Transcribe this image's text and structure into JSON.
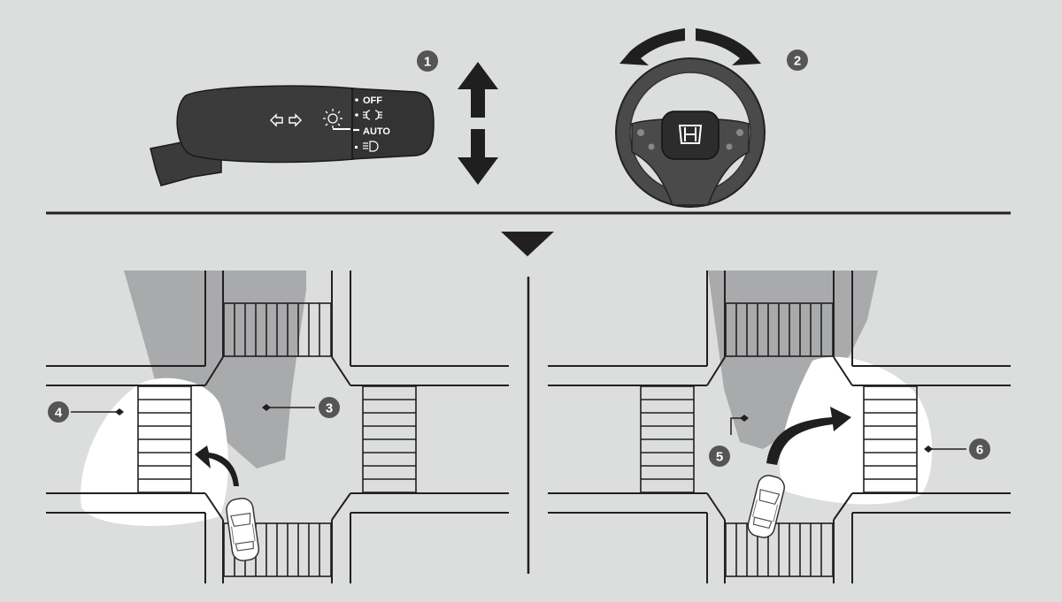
{
  "stalk": {
    "positions": {
      "off": "OFF",
      "auto": "AUTO"
    },
    "icons": [
      "turn-signal-arrows-icon",
      "light-bulb-icon",
      "parking-lights-icon",
      "headlight-icon"
    ]
  },
  "callouts": {
    "c1": "1",
    "c2": "2",
    "c3": "3",
    "c4": "4",
    "c5": "5",
    "c6": "6"
  },
  "colors": {
    "background": "#dcdddd",
    "callout_fill": "#555555",
    "shadow_area": "#a9aaab",
    "illuminated_area": "#ffffff",
    "road_line": "#231f20"
  }
}
